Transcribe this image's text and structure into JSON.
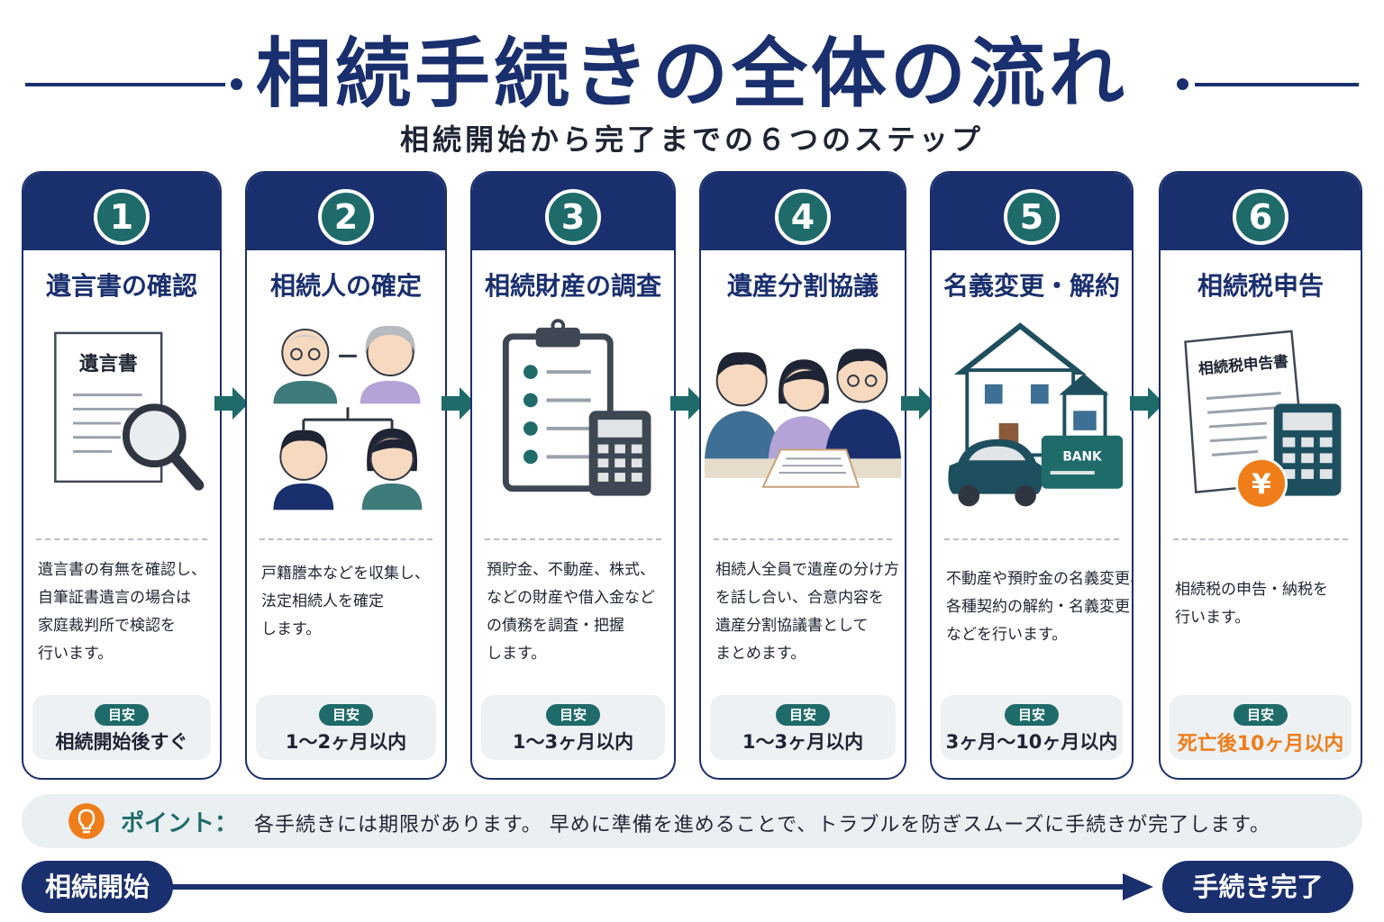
{
  "header": {
    "title": "相続手続きの全体の流れ",
    "subtitle": "相続開始から完了までの６つのステップ"
  },
  "steps": [
    {
      "number": "1",
      "title": "遺言書の確認",
      "illustration_label": "遺言書",
      "desc": [
        "遺言書の有無を確認し、",
        "自筆証書遺言の場合は",
        "家庭裁判所で検認を",
        "行います。"
      ],
      "meyasu_label": "目安",
      "meyasu_value": "相続開始後すぐ"
    },
    {
      "number": "2",
      "title": "相続人の確定",
      "desc": [
        "戸籍謄本などを収集し、",
        "法定相続人を確定",
        "します。"
      ],
      "meyasu_label": "目安",
      "meyasu_value": "1〜2ヶ月以内"
    },
    {
      "number": "3",
      "title": "相続財産の調査",
      "desc": [
        "預貯金、不動産、株式、",
        "などの財産や借入金など",
        "の債務を調査・把握",
        "します。"
      ],
      "meyasu_label": "目安",
      "meyasu_value": "1〜3ヶ月以内"
    },
    {
      "number": "4",
      "title": "遺産分割協議",
      "desc": [
        "相続人全員で遺産の分け方",
        "を話し合い、合意内容を",
        "遺産分割協議書として",
        "まとめます。"
      ],
      "meyasu_label": "目安",
      "meyasu_value": "1〜3ヶ月以内"
    },
    {
      "number": "5",
      "title": "名義変更・解約",
      "illustration_label": "BANK",
      "desc": [
        "不動産や預貯金の名義変更、",
        "各種契約の解約・名義変更",
        "などを行います。"
      ],
      "meyasu_label": "目安",
      "meyasu_value": "3ヶ月〜10ヶ月以内"
    },
    {
      "number": "6",
      "title": "相続税申告",
      "illustration_label": "相続税申告書",
      "yen_symbol": "¥",
      "desc": [
        "相続税の申告・納税を",
        "行います。"
      ],
      "meyasu_label": "目安",
      "meyasu_value": "死亡後10ヶ月以内"
    }
  ],
  "point": {
    "label": "ポイント：",
    "text": "各手続きには期限があります。 早めに準備を進めることで、トラブルを防ぎスムーズに手続きが完了します。"
  },
  "timeline": {
    "start": "相続開始",
    "end": "手続き完了"
  },
  "colors": {
    "navy": "#1a2f6e",
    "teal": "#1e6b6a",
    "orange": "#ef7d1a",
    "light_gray": "#eef1f3"
  },
  "icons": [
    "document-magnifier-icon",
    "family-tree-icon",
    "clipboard-calculator-icon",
    "meeting-people-icon",
    "house-car-bank-icon",
    "tax-document-calculator-icon",
    "lightbulb-icon",
    "arrow-right-icon"
  ]
}
